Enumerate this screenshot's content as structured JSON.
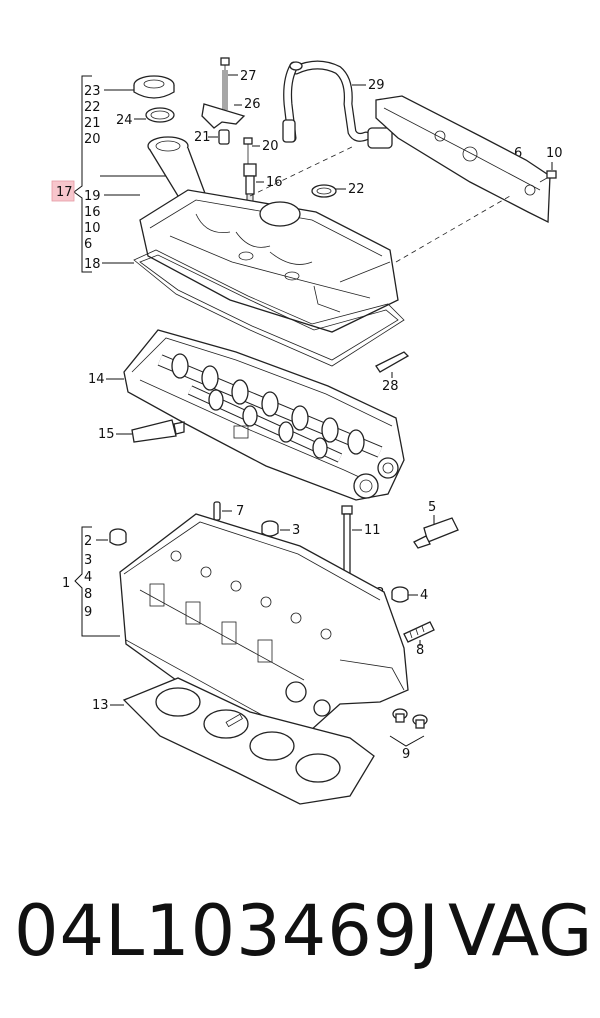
{
  "footer": {
    "part_number": "04L103469J",
    "brand": "VAG"
  },
  "highlight_color": "#f7c6cc",
  "callouts": {
    "c1": "1",
    "c2": "2",
    "c3a": "3",
    "c3b": "3",
    "c4a": "4",
    "c4b": "4",
    "c5": "5",
    "c6a": "6",
    "c6b": "6",
    "c7": "7",
    "c8a": "8",
    "c8b": "8",
    "c9a": "9",
    "c9b": "9",
    "c10a": "10",
    "c10b": "10",
    "c11": "11",
    "c12": "12",
    "c13": "13",
    "c14": "14",
    "c15": "15",
    "c16a": "16",
    "c16b": "16",
    "c17": "17",
    "c18": "18",
    "c19": "19",
    "c20a": "20",
    "c20b": "20",
    "c21a": "21",
    "c21b": "21",
    "c22a": "22",
    "c22b": "22",
    "c23": "23",
    "c24": "24",
    "c26": "26",
    "c27": "27",
    "c28": "28",
    "c29": "29"
  }
}
